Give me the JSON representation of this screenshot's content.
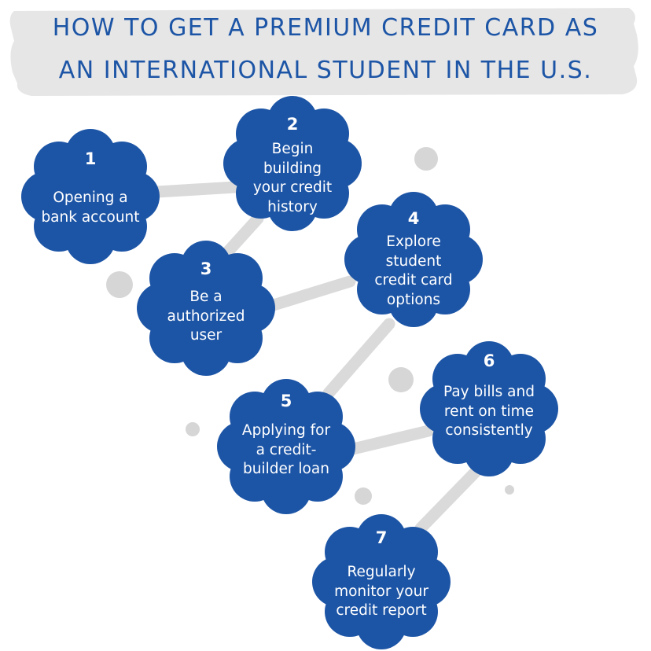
{
  "title": {
    "line1": "HOW TO GET A PREMIUM CREDIT CARD AS",
    "line2": "AN INTERNATIONAL STUDENT IN THE U.S."
  },
  "colors": {
    "title_text": "#1d55a6",
    "banner": "#e6e6e6",
    "cloud": "#1d55a6",
    "connector": "#dadada",
    "dot": "#d6d6d6",
    "step_text": "#ffffff"
  },
  "steps": [
    {
      "number": "1",
      "text": "Opening a\nbank account"
    },
    {
      "number": "2",
      "text": "Begin\nbuilding\nyour credit\nhistory"
    },
    {
      "number": "3",
      "text": "Be a\nauthorized\nuser"
    },
    {
      "number": "4",
      "text": "Explore\nstudent\ncredit card\noptions"
    },
    {
      "number": "5",
      "text": "Applying for\na credit-\nbuilder loan"
    },
    {
      "number": "6",
      "text": "Pay bills and\nrent on time\nconsistently"
    },
    {
      "number": "7",
      "text": "Regularly\nmonitor your\ncredit report"
    }
  ]
}
